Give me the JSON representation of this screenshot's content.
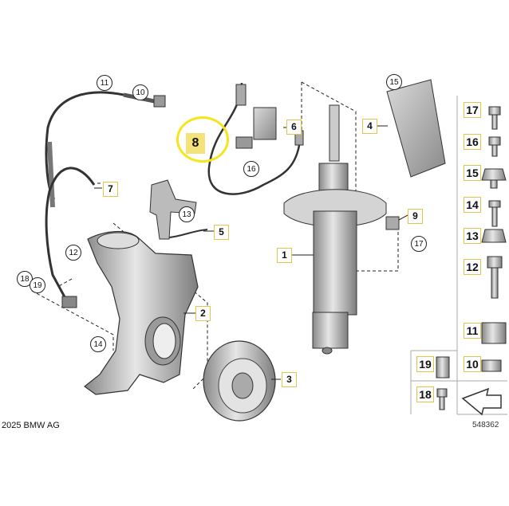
{
  "copyright": "2025 BMW AG",
  "diagram_number": "548362",
  "selected_part": "8",
  "callouts": [
    "1",
    "2",
    "3",
    "4",
    "5",
    "6",
    "7",
    "8",
    "9",
    "10",
    "11",
    "12",
    "13",
    "14",
    "15",
    "16",
    "17",
    "18",
    "19"
  ],
  "side_panel": [
    "17",
    "16",
    "15",
    "14",
    "13",
    "12",
    "11"
  ],
  "bottom_panel": [
    "19",
    "10",
    "18"
  ]
}
